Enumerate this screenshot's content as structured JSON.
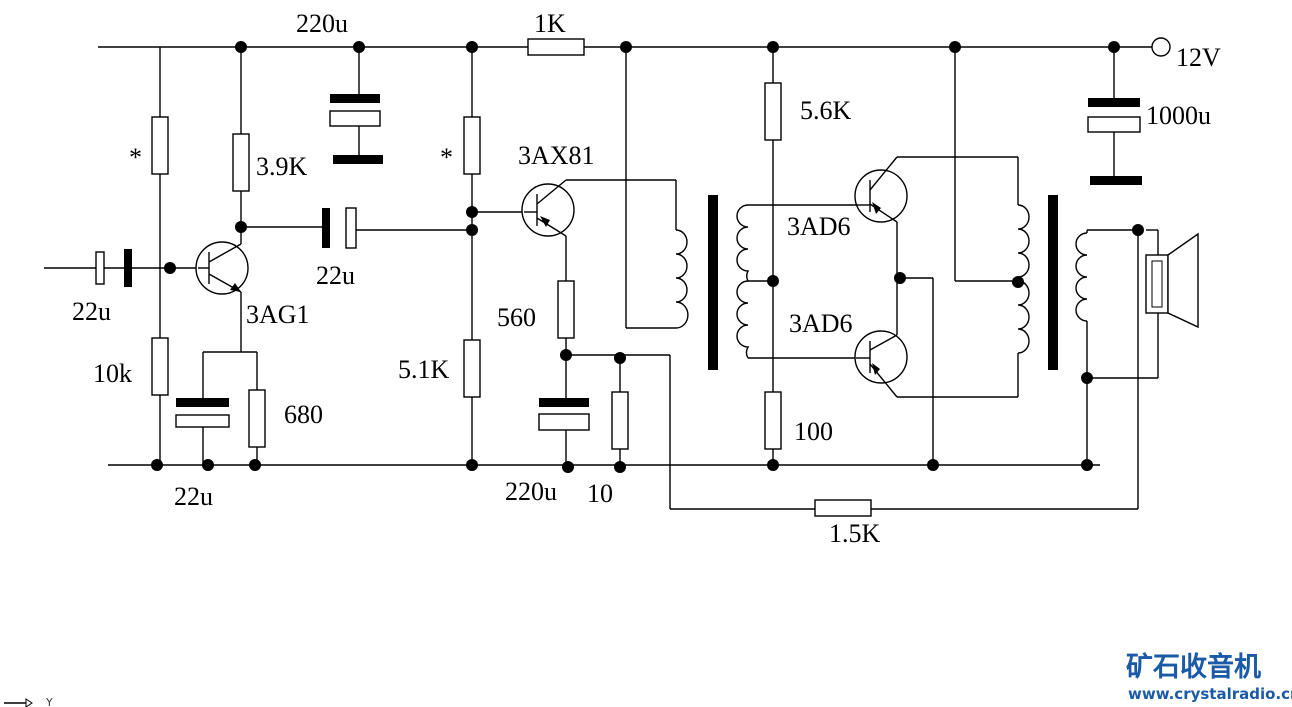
{
  "labels": {
    "c_220u_top": "220u",
    "r_1k": "1K",
    "supply": "12V",
    "r_56k": "5.6K",
    "c_1000u": "1000u",
    "r_star_1": "*",
    "r_star_2": "*",
    "r_39k": "3.9K",
    "t_3ax81": "3AX81",
    "t_3ad6_top": "3AD6",
    "c_22u_coupling": "22u",
    "c_22u_input": "22u",
    "t_3ag1": "3AG1",
    "r_560": "560",
    "r_10k": "10k",
    "r_51k": "5.1K",
    "t_3ad6_bottom": "3AD6",
    "r_680": "680",
    "r_100": "100",
    "c_22u_emitter": "22u",
    "c_220u_bottom": "220u",
    "r_10": "10",
    "r_15k": "1.5K"
  },
  "watermark": {
    "cn": "矿石收音机",
    "url": "www.crystalradio.cn"
  },
  "corner_mark": "Y"
}
